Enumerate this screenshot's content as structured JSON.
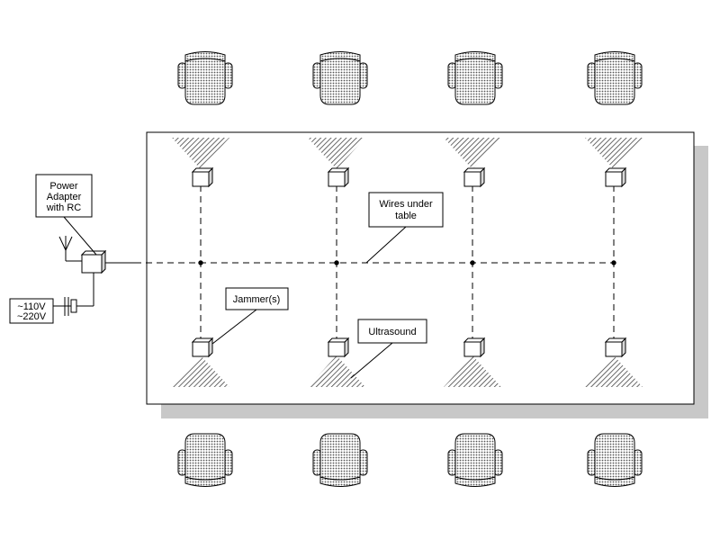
{
  "labels": {
    "power_adapter": [
      "Power",
      "Adapter",
      "with RC"
    ],
    "wires": [
      "Wires under",
      "table"
    ],
    "jammers": "Jammer(s)",
    "ultrasound": "Ultrasound",
    "voltage": [
      "~110V",
      "~220V"
    ]
  },
  "colors": {
    "line": "#000000",
    "table_shadow": "#c8c8c8",
    "table_fill": "#ffffff"
  },
  "chairs_top_count": 4,
  "chairs_bottom_count": 4,
  "jammer_columns": 4
}
